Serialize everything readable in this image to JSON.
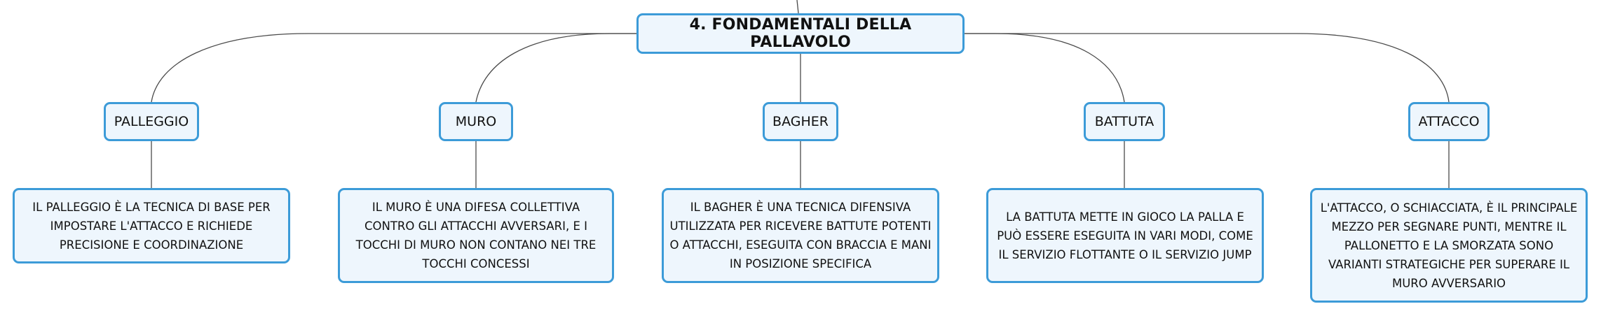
{
  "root": {
    "label": "4. FONDAMENTALI DELLA PALLAVOLO"
  },
  "topics": [
    {
      "label": "PALLEGGIO",
      "description": "IL PALLEGGIO È LA TECNICA DI BASE PER IMPOSTARE L'ATTACCO E RICHIEDE PRECISIONE E COORDINAZIONE"
    },
    {
      "label": "MURO",
      "description": "IL MURO È UNA DIFESA COLLETTIVA CONTRO GLI ATTACCHI AVVERSARI, E I TOCCHI DI MURO NON CONTANO NEI TRE TOCCHI CONCESSI"
    },
    {
      "label": "BAGHER",
      "description": "IL BAGHER È UNA TECNICA DIFENSIVA UTILIZZATA PER RICEVERE BATTUTE POTENTI O ATTACCHI, ESEGUITA CON BRACCIA E MANI IN POSIZIONE SPECIFICA"
    },
    {
      "label": "BATTUTA",
      "description": "LA BATTUTA METTE IN GIOCO LA PALLA E PUÒ ESSERE ESEGUITA IN VARI MODI, COME IL SERVIZIO FLOTTANTE O IL SERVIZIO JUMP"
    },
    {
      "label": "ATTACCO",
      "description": "L'ATTACCO, O SCHIACCIATA, È IL PRINCIPALE MEZZO PER SEGNARE PUNTI, MENTRE IL PALLONETTO E LA SMORZATA SONO VARIANTI STRATEGICHE PER SUPERARE IL MURO AVVERSARIO"
    }
  ]
}
